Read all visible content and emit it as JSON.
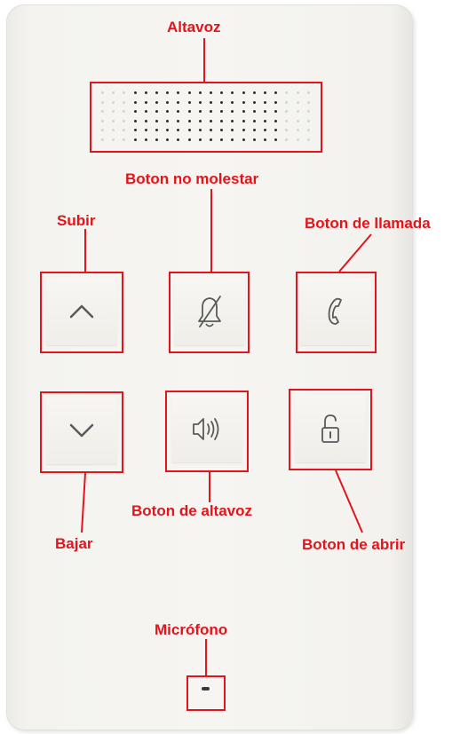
{
  "labels": {
    "altavoz": "Altavoz",
    "no_molestar": "Boton no molestar",
    "subir": "Subir",
    "llamada": "Boton de llamada",
    "bajar": "Bajar",
    "boton_altavoz": "Boton de altavoz",
    "abrir": "Boton de abrir",
    "microfono": "Micrófono"
  },
  "colors": {
    "annotation": "#e3141b",
    "panel": "#f5f4f0",
    "icon": "#5a5a5a"
  },
  "icons": [
    "chevron-up-icon",
    "bell-off-icon",
    "phone-handset-icon",
    "chevron-down-icon",
    "speaker-volume-icon",
    "unlock-icon"
  ]
}
